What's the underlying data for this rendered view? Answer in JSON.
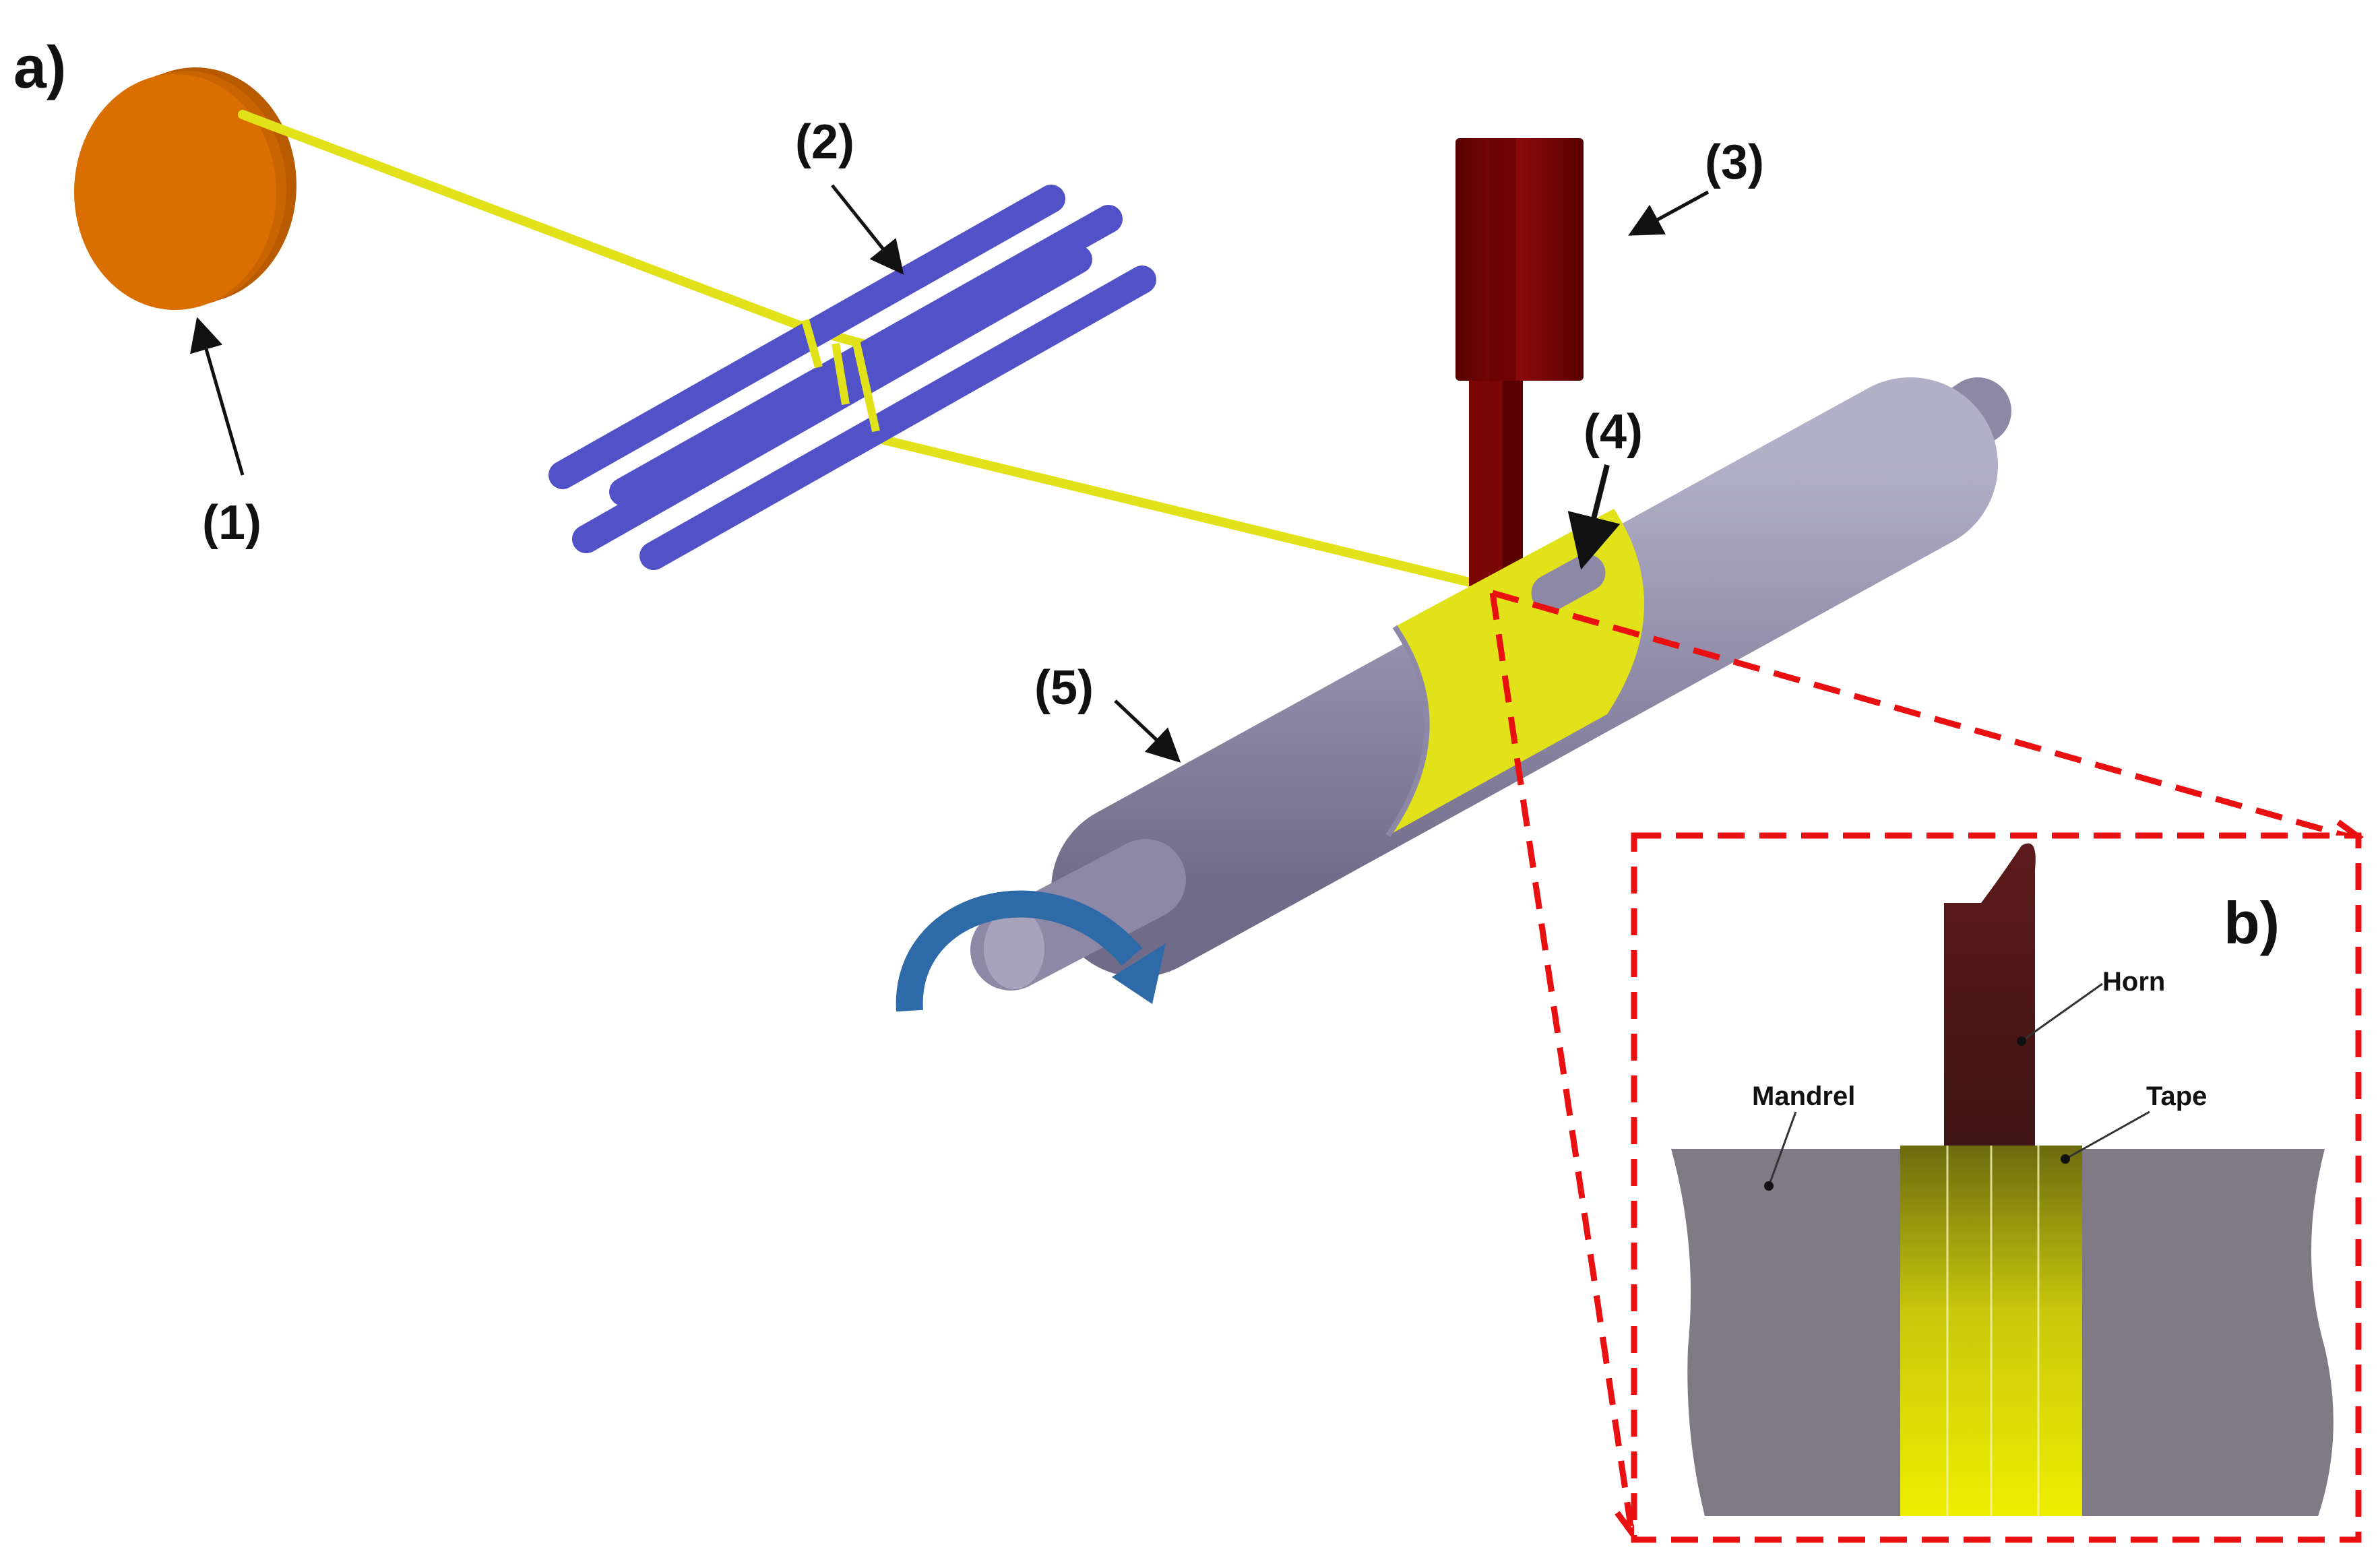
{
  "panels": {
    "a": "a)",
    "b": "b)"
  },
  "callouts": {
    "spool": "(1)",
    "rollers": "(2)",
    "horn": "(3)",
    "tape_point": "(4)",
    "mandrel": "(5)"
  },
  "detail_labels": {
    "horn": "Horn",
    "mandrel": "Mandrel",
    "tape": "Tape"
  },
  "colors": {
    "spool": "#d86f00",
    "tape": "#e2e21a",
    "rollers": "#5a5ad0",
    "horn": "#7a0606",
    "mandrel": "#8c88a6",
    "detail_mandrel": "#7f7a85",
    "arrow_rotate": "#2e6aa8",
    "detail_frame": "#e81010"
  },
  "icons": {
    "rotation": "rotation-arrow-icon"
  }
}
